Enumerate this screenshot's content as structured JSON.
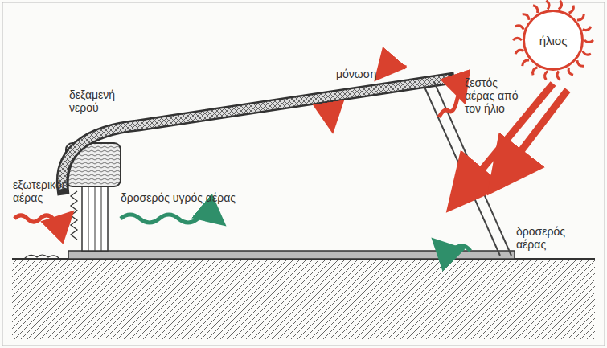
{
  "diagram": {
    "nodes": [
      {
        "text": [
          "ήλιος"
        ]
      }
    ],
    "labels": [
      "ζεστός αέρας από τον ήλιο",
      "μόνωση",
      "δεξαμενή νερού",
      "εξωτερικός αέρας",
      "δροσερός υγρός αέρας",
      "δροσερός αέρας"
    ]
  }
}
